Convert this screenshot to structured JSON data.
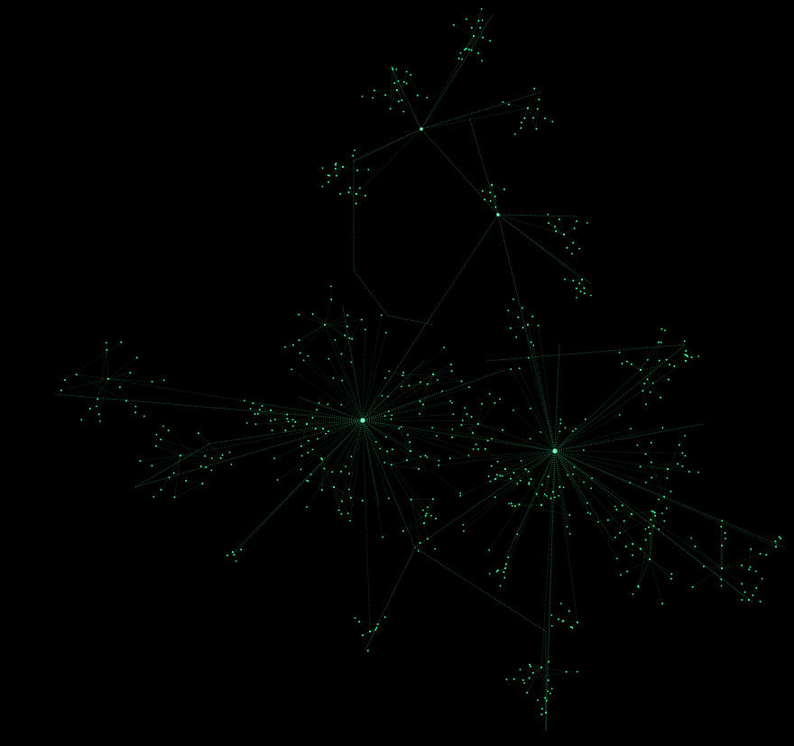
{
  "colors": {
    "background": "#000000",
    "edge": "#1f7a4d",
    "edge_hub": "#2e9c62",
    "node": "#3dff9a",
    "hub": "#7dffc4"
  },
  "graph": {
    "kind": "force-directed network",
    "hub_count": 4,
    "branch_count": 48
  }
}
